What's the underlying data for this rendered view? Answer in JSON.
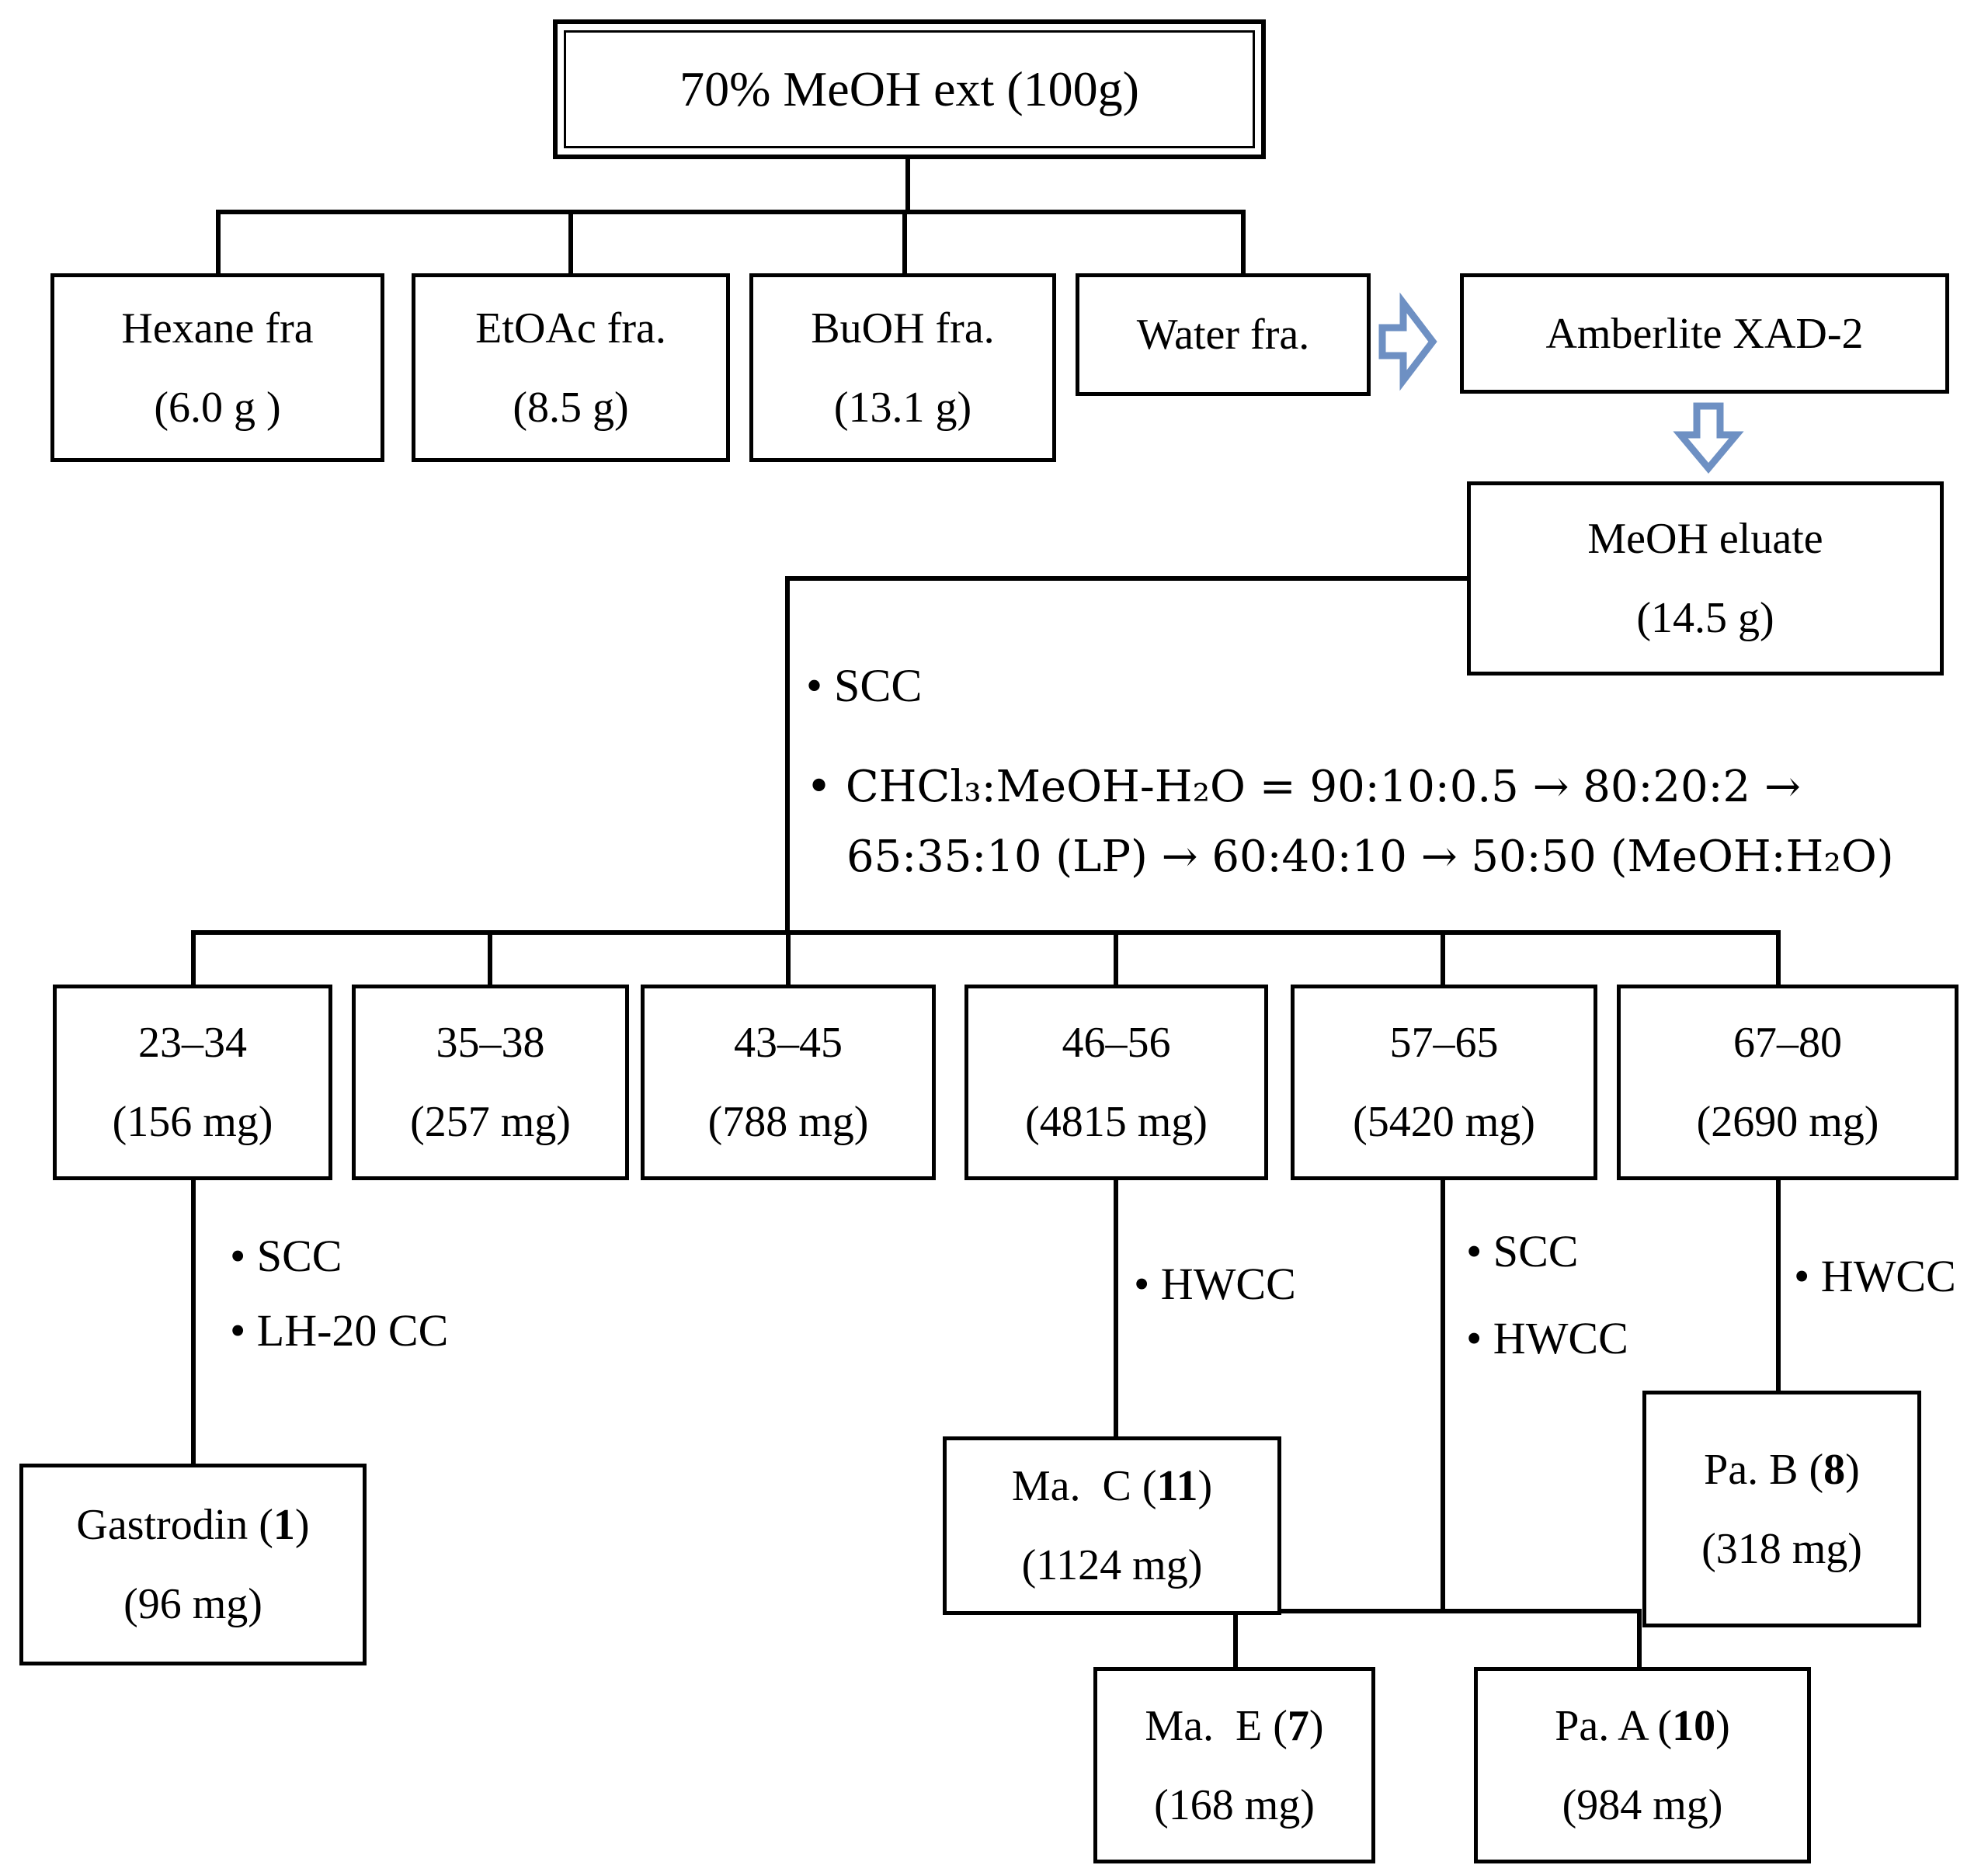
{
  "title_box": "70% MeOH ext (100g)",
  "solvent_row": {
    "hexane": {
      "name": "Hexane fra",
      "mass": "(6.0 g )"
    },
    "etoac": {
      "name": "EtOAc fra.",
      "mass": "(8.5 g)"
    },
    "buoh": {
      "name": "BuOH fra.",
      "mass": "(13.1 g)"
    },
    "water": {
      "name": "Water fra."
    },
    "amberlite": "Amberlite XAD-2"
  },
  "meoh_eluate": {
    "name": "MeOH eluate",
    "mass": "(14.5 g)"
  },
  "column_steps": {
    "b1": "• SCC",
    "b2a": "• CHCl₃:MeOH-H₂O = 90:10:0.5 → 80:20:2 →",
    "b2b": "65:35:10 (LP) → 60:40:10 → 50:50 (MeOH:H₂O)"
  },
  "fractions": [
    {
      "range": "23–34",
      "mass": "(156 mg)"
    },
    {
      "range": "35–38",
      "mass": "(257 mg)"
    },
    {
      "range": "43–45",
      "mass": "(788 mg)"
    },
    {
      "range": "46–56",
      "mass": "(4815 mg)"
    },
    {
      "range": "57–65",
      "mass": "(5420 mg)"
    },
    {
      "range": "67–80",
      "mass": "(2690 mg)"
    }
  ],
  "branch_steps": {
    "f23_1": "• SCC",
    "f23_2": "• LH-20 CC",
    "f46_1": "• HWCC",
    "f57_1": "• SCC",
    "f57_2": "• HWCC",
    "f67_1": "• HWCC"
  },
  "compounds": {
    "gastrodin": {
      "pre": "Gastrodin (",
      "num": "1",
      "post": ")",
      "mass": "(96 mg)"
    },
    "ma_c": {
      "pre": "Ma.  C (",
      "num": "11",
      "post": ")",
      "mass": "(1124 mg)"
    },
    "pa_b": {
      "pre": "Pa. B (",
      "num": "8",
      "post": ")",
      "mass": "(318 mg)"
    },
    "ma_e": {
      "pre": "Ma.  E (",
      "num": "7",
      "post": ")",
      "mass": "(168 mg)"
    },
    "pa_a": {
      "pre": "Pa. A (",
      "num": "10",
      "post": ")",
      "mass": "(984 mg)"
    }
  },
  "colors": {
    "arrow_stroke": "#6e90c3",
    "arrow_fill": "#ffffff",
    "line": "#000000"
  }
}
